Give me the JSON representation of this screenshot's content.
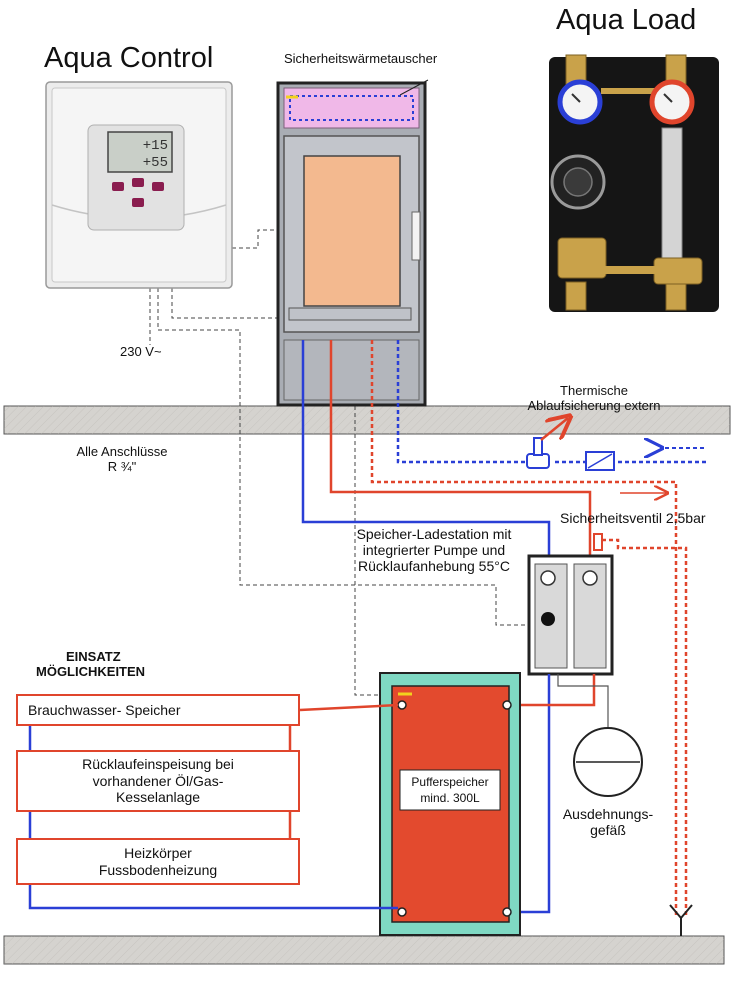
{
  "titles": {
    "aqua_control": "Aqua Control",
    "aqua_load": "Aqua Load"
  },
  "controller_display": {
    "line1": "+15",
    "line2": "+55"
  },
  "labels": {
    "heat_exchanger": "Sicherheitswärmetauscher",
    "voltage": "230 V~",
    "thermal_drain_line1": "Thermische",
    "thermal_drain_line2": "Ablaufsicherung extern",
    "connections_line1": "Alle Anschlüsse",
    "connections_line2": "R ¾\"",
    "safety_valve": "Sicherheitsventil 2,5bar",
    "station_line1": "Speicher-Ladestation mit",
    "station_line2": "integrierter Pumpe und",
    "station_line3": "Rücklaufanhebung 55°C",
    "usage_line1": "EINSATZ",
    "usage_line2": "MÖGLICHKEITEN",
    "buffer_line1": "Pufferspeicher",
    "buffer_line2": "mind. 300L",
    "expansion_line1": "Ausdehnungs-",
    "expansion_line2": "gefäß"
  },
  "options": [
    {
      "line1": "Brauchwasser- Speicher",
      "line2": ""
    },
    {
      "line1": "Rücklaufeinspeisung bei",
      "line2": "vorhandener Öl/Gas-",
      "line3": "Kesselanlage"
    },
    {
      "line1": "Heizkörper",
      "line2": "Fussbodenheizung"
    }
  ],
  "colors": {
    "hot_line": "#e0452c",
    "cold_line": "#2a3fd6",
    "floor": "#d5d3cf",
    "buffer_tank": "#e34a2e",
    "tank_frame": "#7fd8c3",
    "firebox": "#f3b98f",
    "exchanger": "#f0b8e8"
  }
}
